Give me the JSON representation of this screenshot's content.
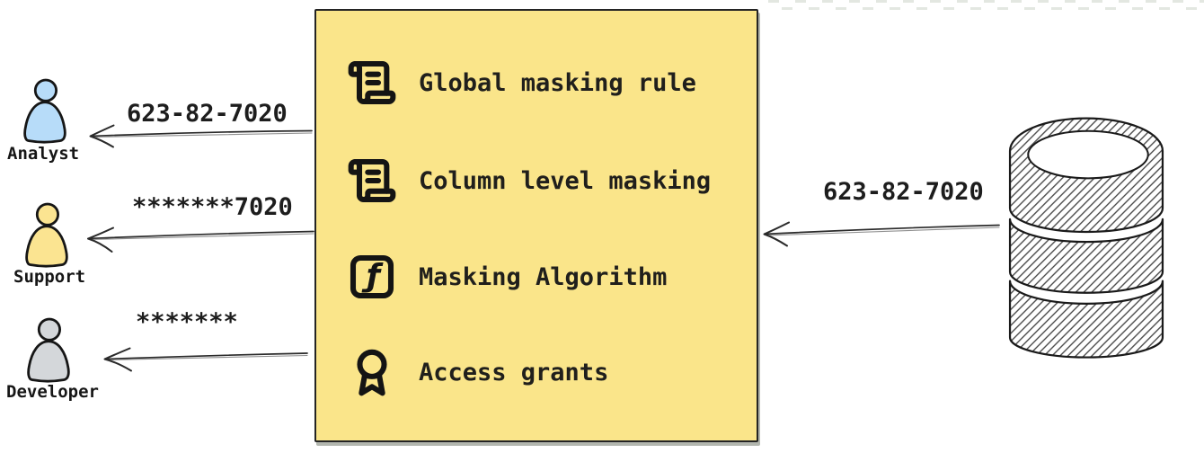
{
  "personas": [
    {
      "name": "Analyst",
      "received": "623-82-7020",
      "fill": "#b7dcf9"
    },
    {
      "name": "Support",
      "received": "*******7020",
      "fill": "#fbe491"
    },
    {
      "name": "Developer",
      "received": "*******",
      "fill": "#d4d7da"
    }
  ],
  "masking_box": {
    "fill": "#fae58a",
    "items": [
      {
        "icon": "scroll-text-icon",
        "label": "Global masking rule"
      },
      {
        "icon": "scroll-text-icon",
        "label": "Column level masking"
      },
      {
        "icon": "function-square-icon",
        "label": "Masking Algorithm"
      },
      {
        "icon": "award-icon",
        "label": "Access grants"
      }
    ]
  },
  "database": {
    "icon": "database-icon",
    "outgoing_value": "623-82-7020"
  },
  "icons": {
    "function_glyph": "ƒ"
  },
  "colors": {
    "outline": "#1a1a1a",
    "hatch": "#474747",
    "arrow": "#2a2a2a",
    "arrow_echo": "#8f8f8f"
  }
}
